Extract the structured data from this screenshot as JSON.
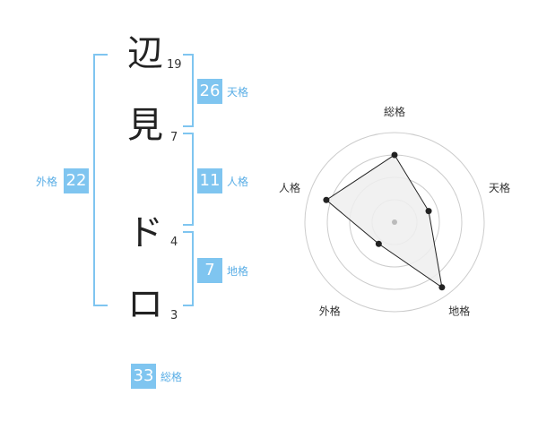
{
  "name": {
    "characters": [
      {
        "char": "辺",
        "strokes": "19"
      },
      {
        "char": "見",
        "strokes": "7"
      },
      {
        "char": "ド",
        "strokes": "4"
      },
      {
        "char": "ロ",
        "strokes": "3"
      }
    ]
  },
  "kaku": {
    "tenkaku": {
      "value": "26",
      "label": "天格"
    },
    "jinkaku": {
      "value": "11",
      "label": "人格"
    },
    "chikaku": {
      "value": "7",
      "label": "地格"
    },
    "gaikaku": {
      "value": "22",
      "label": "外格"
    },
    "soukaku": {
      "value": "33",
      "label": "総格"
    }
  },
  "chart_data": {
    "type": "radar",
    "axes": [
      "総格",
      "天格",
      "地格",
      "外格",
      "人格"
    ],
    "values": [
      0.75,
      0.4,
      0.9,
      0.3,
      0.8
    ],
    "rings": 4,
    "colors": {
      "fill": "#eeeeee",
      "line": "#222222",
      "ring": "#cccccc",
      "center": "#bbbbbb",
      "accent": "#7fc5f0"
    }
  }
}
